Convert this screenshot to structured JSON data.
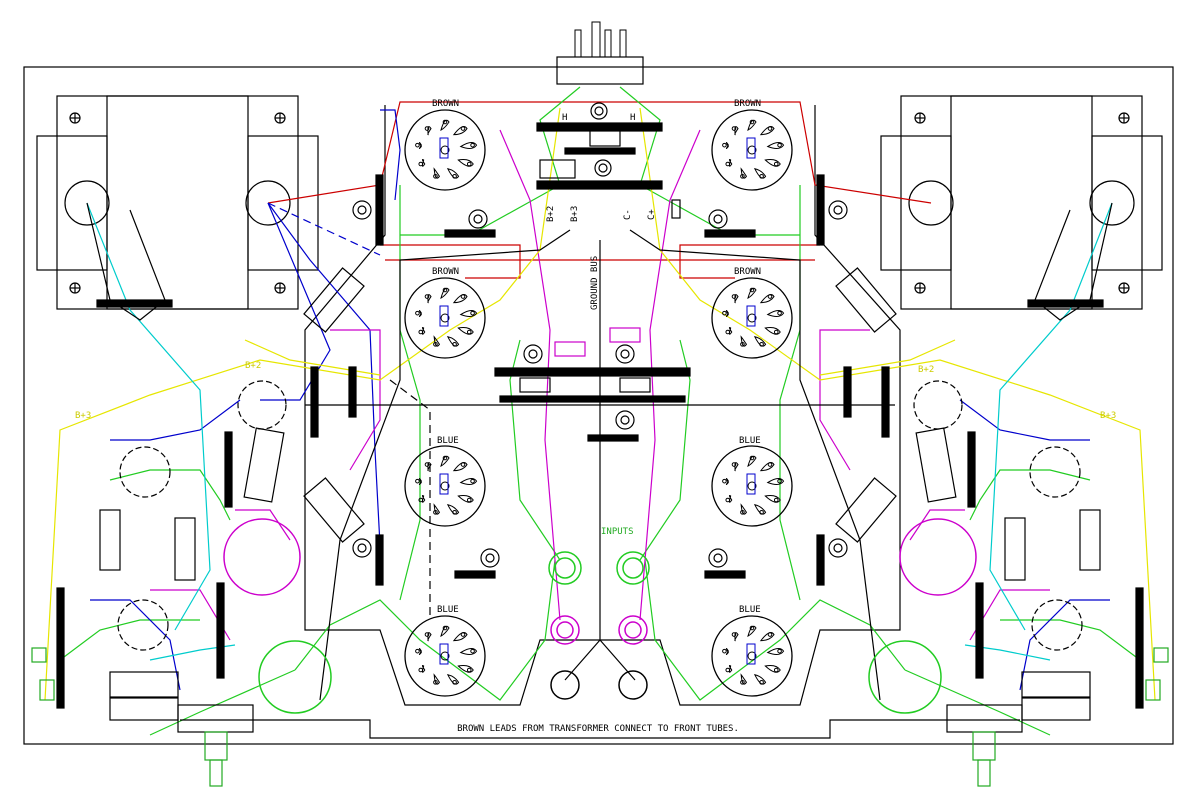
{
  "labels": {
    "tube_brown_tl": "BROWN",
    "tube_brown_tr": "BROWN",
    "tube_brown_ml": "BROWN",
    "tube_brown_mr": "BROWN",
    "tube_blue_ml": "BLUE",
    "tube_blue_mr": "BLUE",
    "tube_blue_bl": "BLUE",
    "tube_blue_br": "BLUE",
    "ground_bus": "GROUND BUS",
    "b2_center": "B+2",
    "b3_center": "B+3",
    "c_minus": "C-",
    "c_plus": "C+",
    "h_left": "H",
    "h_right": "H",
    "b2_left": "B+2",
    "b3_left": "B+3",
    "b2_right": "B+2",
    "b3_right": "B+3",
    "inputs": "INPUTS",
    "note": "BROWN LEADS FROM TRANSFORMER CONNECT TO FRONT TUBES."
  },
  "colors": {
    "red": "#cc0000",
    "green": "#22cc22",
    "blue": "#0000cc",
    "magenta": "#cc00cc",
    "yellow": "#e6e600",
    "cyan": "#00cccc",
    "black": "#000000"
  }
}
